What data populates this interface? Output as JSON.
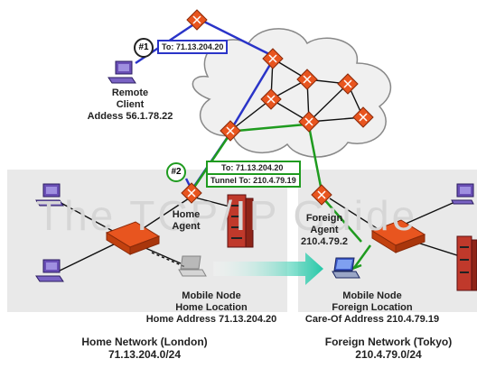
{
  "diagram": {
    "callout_1": "#1",
    "callout_2": "#2",
    "remote_packet": "To: 71.13.204.20",
    "home_agent_packet": {
      "line1": "To: 71.13.204.20",
      "line2": "Tunnel To: 210.4.79.19"
    },
    "remote_client": {
      "line1": "Remote",
      "line2": "Client",
      "line3": "Addess 56.1.78.22"
    },
    "home_agent": {
      "line1": "Home",
      "line2": "Agent"
    },
    "foreign_agent": {
      "line1": "Foreign",
      "line2": "Agent",
      "line3": "210.4.79.2"
    },
    "mobile_node_home": {
      "line1": "Mobile Node",
      "line2": "Home Location",
      "line3": "Home Address 71.13.204.20"
    },
    "mobile_node_foreign": {
      "line1": "Mobile Node",
      "line2": "Foreign Location",
      "line3": "Care-Of Address 210.4.79.19"
    },
    "home_network": {
      "line1": "Home Network (London)",
      "line2": "71.13.204.0/24"
    },
    "foreign_network": {
      "line1": "Foreign Network (Tokyo)",
      "line2": "210.4.79.0/24"
    },
    "watermark": "The TCP/IP Guide",
    "colors": {
      "router": "#e8551f",
      "path_blue": "#2a34c8",
      "path_green": "#1f9b1f",
      "network_bg": "#e9e9e9",
      "server": "#c0392b"
    }
  }
}
